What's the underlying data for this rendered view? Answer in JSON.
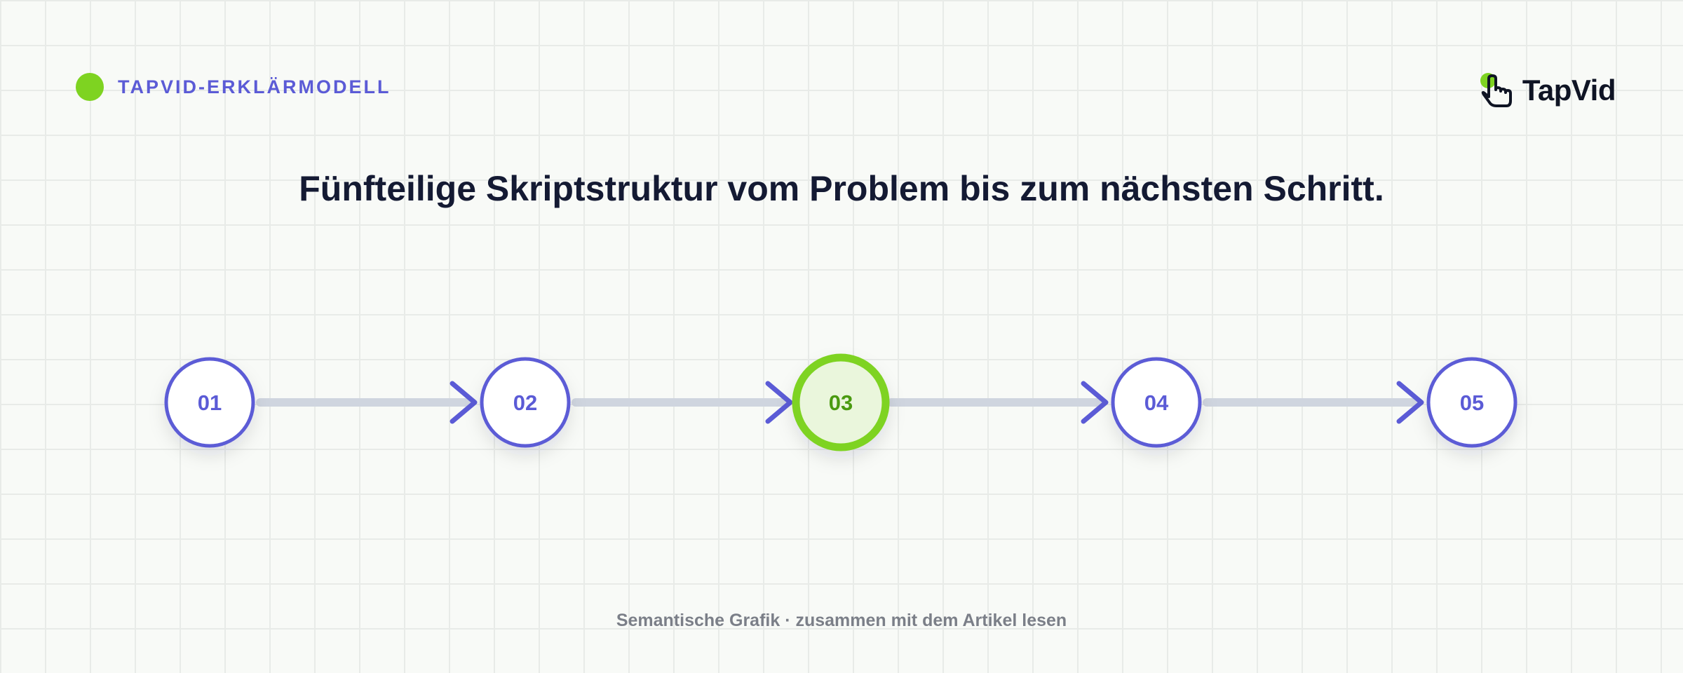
{
  "header": {
    "tag_label": "TAPVID-ERKLÄRMODELL",
    "logo_text": "TapVid"
  },
  "title": "Fünfteilige Skriptstruktur vom Problem bis zum nächsten Schritt.",
  "steps": [
    {
      "label": "01",
      "active": false
    },
    {
      "label": "02",
      "active": false
    },
    {
      "label": "03",
      "active": true
    },
    {
      "label": "04",
      "active": false
    },
    {
      "label": "05",
      "active": false
    }
  ],
  "footer": "Semantische Grafik · zusammen mit dem Artikel lesen",
  "colors": {
    "accent": "#5b5bd6",
    "highlight": "#7ed321",
    "highlight_text": "#4a9a10",
    "highlight_fill": "#eaf6dc",
    "connector": "#cfd5df",
    "title": "#141a33",
    "muted": "#7b7f88"
  },
  "icons": {
    "tag": "green-dot-icon",
    "logo": "pointer-hand-icon",
    "connector": "arrow-right-icon"
  }
}
